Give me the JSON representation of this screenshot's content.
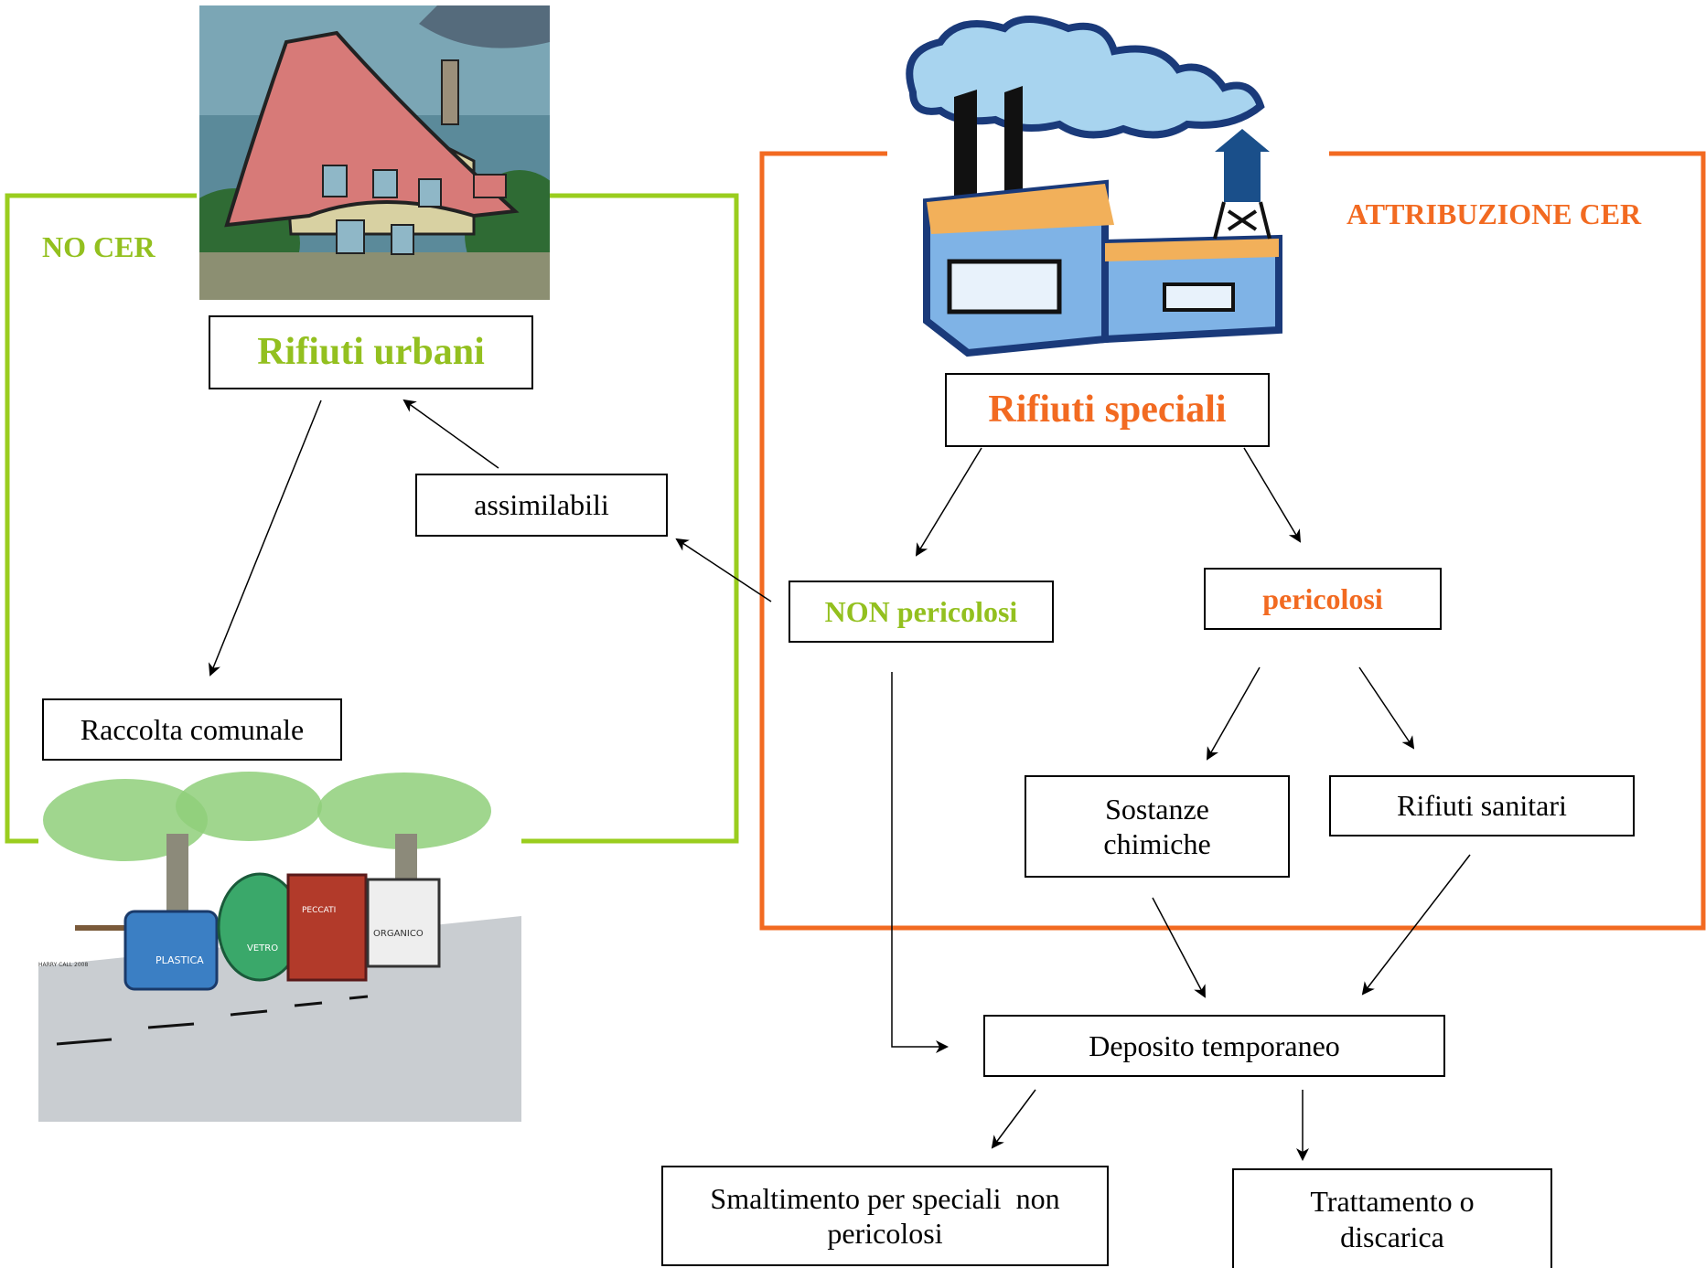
{
  "regions": {
    "urban": {
      "label": "NO CER",
      "color": "#9acd1e"
    },
    "special": {
      "label": "ATTRIBUZIONE CER",
      "color": "#f26a21"
    }
  },
  "nodes": {
    "rifiuti_urbani": "Rifiuti urbani",
    "assimilabili": "assimilabili",
    "raccolta_comunale": "Raccolta comunale",
    "rifiuti_speciali": "Rifiuti speciali",
    "non_pericolosi": "NON pericolosi",
    "pericolosi": "pericolosi",
    "sostanze_chimiche_1": "Sostanze",
    "sostanze_chimiche_2": "chimiche",
    "rifiuti_sanitari": "Rifiuti sanitari",
    "deposito_temporaneo": "Deposito temporaneo",
    "smaltimento_1": "Smaltimento per speciali  non",
    "smaltimento_2": "pericolosi",
    "trattamento_1": "Trattamento o",
    "trattamento_2": "discarica"
  },
  "illustrations": {
    "house": "cartoon-house-illustration",
    "factory": "factory-clipart-illustration",
    "bins": "recycling-bins-illustration",
    "bin_labels": {
      "plastica": "PLASTICA",
      "vetro": "VETRO",
      "organico": "ORGANICO",
      "signature": "HARRY CALL 2008",
      "peccati": "PECCATI"
    }
  }
}
